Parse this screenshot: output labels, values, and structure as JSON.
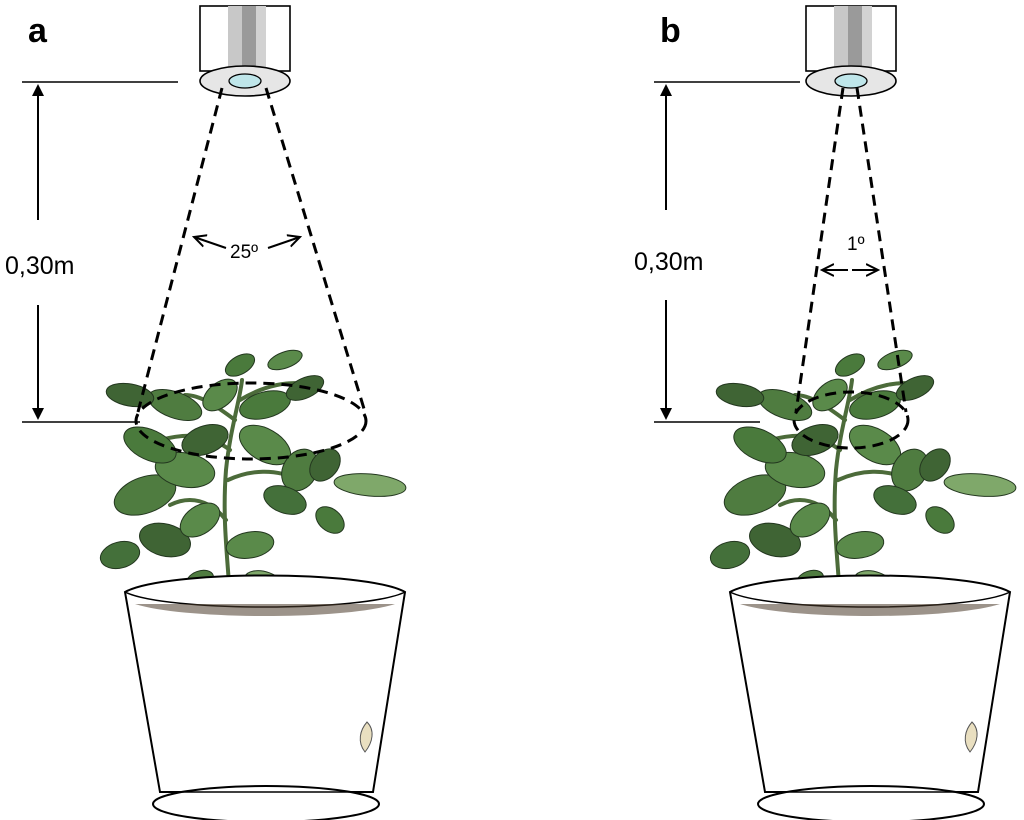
{
  "panels": [
    {
      "letter": "a",
      "distance_label": "0,30m",
      "angle_label": "25º",
      "field_of_view_deg": 25
    },
    {
      "letter": "b",
      "distance_label": "0,30m",
      "angle_label": "1º",
      "field_of_view_deg": 1
    }
  ],
  "colors": {
    "leaf_dark": "#3f6434",
    "leaf_mid": "#5a8a4a",
    "leaf_light": "#7fa86a",
    "sensor_lens": "#bfe6ea",
    "sensor_body_grey": "#9a9a9a"
  },
  "icons": [
    "infrared-sensor-icon",
    "potato-plant-icon",
    "flower-pot-icon"
  ]
}
